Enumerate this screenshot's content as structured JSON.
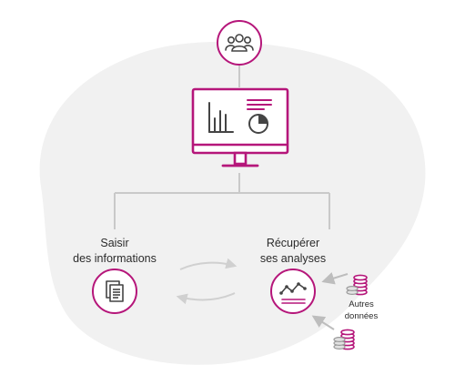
{
  "colors": {
    "accent": "#b5167a",
    "connector": "#c9c9c9",
    "blob": "#f1f1f1",
    "coin": "#d9d9d9",
    "text": "#2b2b2b",
    "arrow": "#d0d0d0"
  },
  "icons": {
    "top": "users-icon",
    "center": "monitor-icon",
    "left": "document-icon",
    "right": "trend-chart-icon",
    "coins": "coin-stack-icon"
  },
  "labels": {
    "input_line1": "Saisir",
    "input_line2": "des informations",
    "output_line1": "Récupérer",
    "output_line2": "ses analyses",
    "other_line1": "Autres",
    "other_line2": "données"
  }
}
